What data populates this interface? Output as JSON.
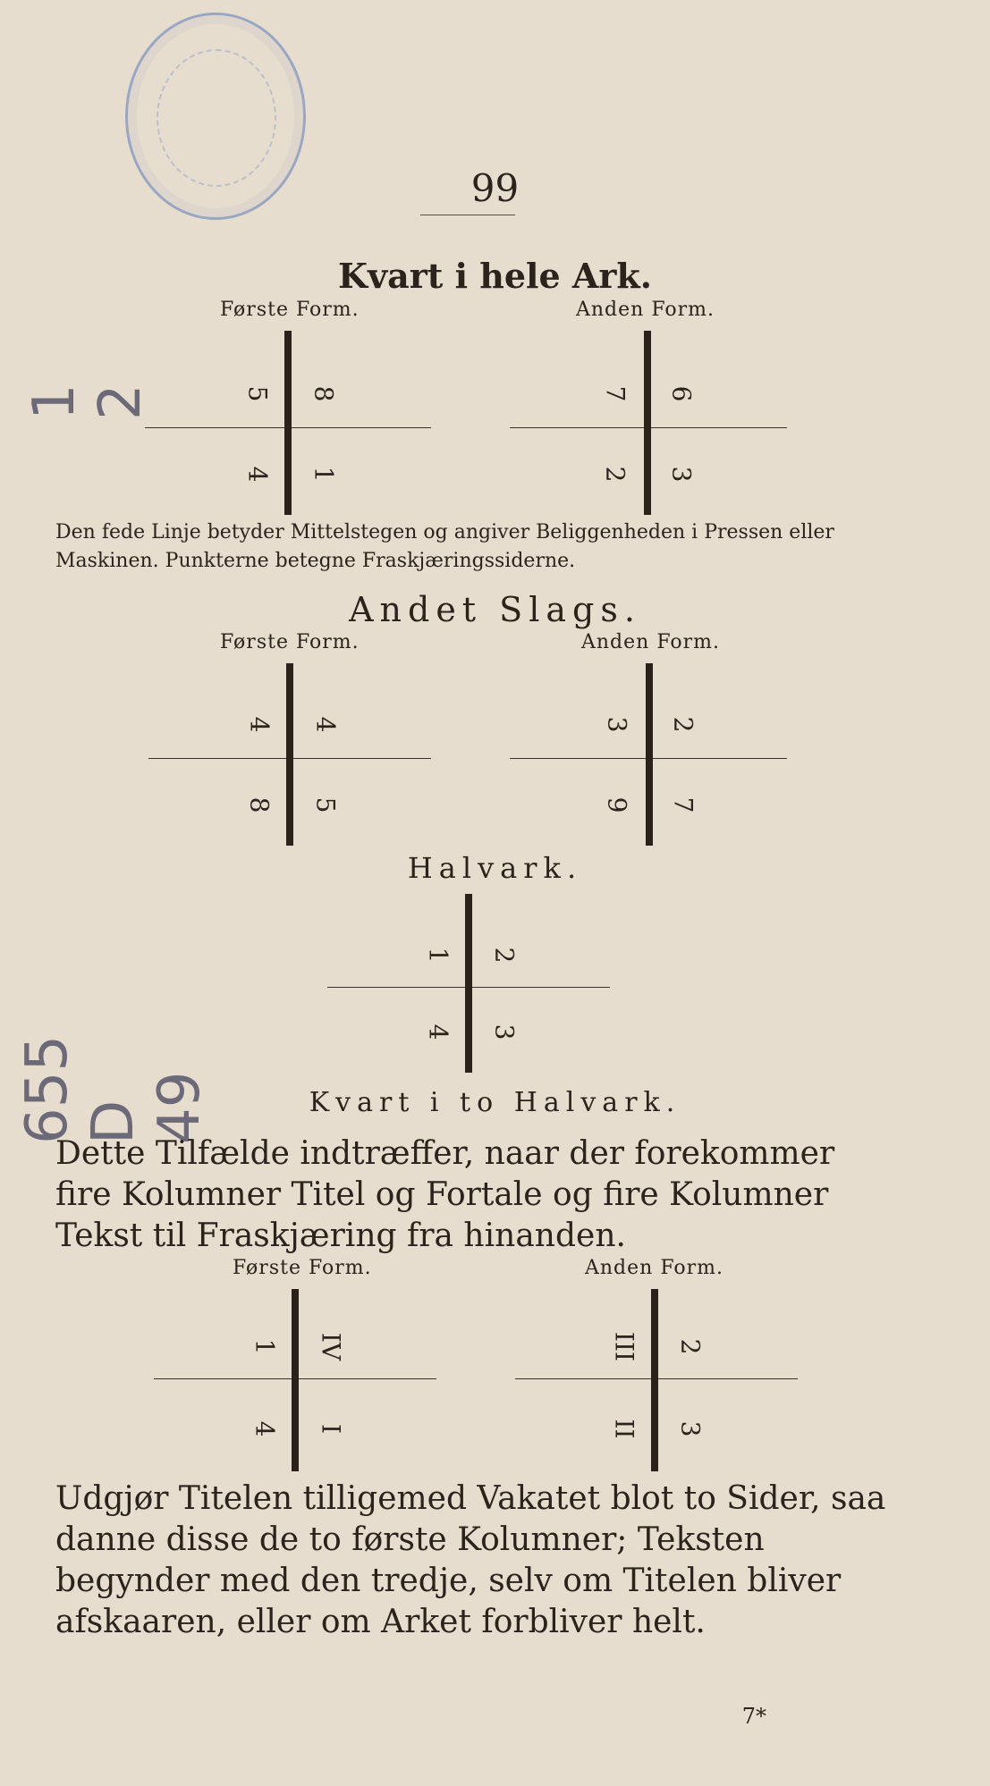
{
  "page_number": "99",
  "margin_notes": {
    "top_left": "1 2",
    "left_vertical": "655 D 49"
  },
  "sections": {
    "kvart_hele_ark": {
      "title": "Kvart i hele Ark.",
      "first_form": "Første Form.",
      "second_form": "Anden Form.",
      "d1": {
        "tl": "5",
        "tr": "8",
        "bl": "4",
        "br": "1"
      },
      "d2": {
        "tl": "7",
        "tr": "6",
        "bl": "2",
        "br": "3"
      }
    },
    "note": "Den fede Linje betyder Mittelstegen og angiver Beliggenheden i Pressen eller Maskinen. Punkterne betegne Fraskjæringssiderne.",
    "andet_slags": {
      "title": "Andet Slags.",
      "first_form": "Første Form.",
      "second_form": "Anden Form.",
      "d1": {
        "tl": "4",
        "tr": "4",
        "bl": "8",
        "br": "5"
      },
      "d2": {
        "tl": "3",
        "tr": "2",
        "bl": "9",
        "br": "7"
      }
    },
    "halvark": {
      "title": "Halvark.",
      "d": {
        "tl": "1",
        "tr": "2",
        "bl": "4",
        "br": "3"
      }
    },
    "kvart_to_halvark": {
      "title": "Kvart i to Halvark."
    },
    "para1": "Dette Tilfælde indtræffer, naar der forekommer fire Kolumner Titel og Fortale og fire Kolumner Tekst til Fraskjæring fra hinanden.",
    "roman": {
      "first_form": "Første Form.",
      "second_form": "Anden Form.",
      "d1": {
        "tl": "1",
        "tr": "IV",
        "bl": "4",
        "br": "I"
      },
      "d2": {
        "tl": "III",
        "tr": "2",
        "bl": "II",
        "br": "3"
      }
    },
    "para2": "Udgjør Titelen tilligemed Vakatet blot to Sider, saa danne disse de to første Kolumner; Teksten begynder med den tredje, selv om Titelen bliver afskaaren, eller om Arket forbliver helt."
  },
  "signature": "7*"
}
